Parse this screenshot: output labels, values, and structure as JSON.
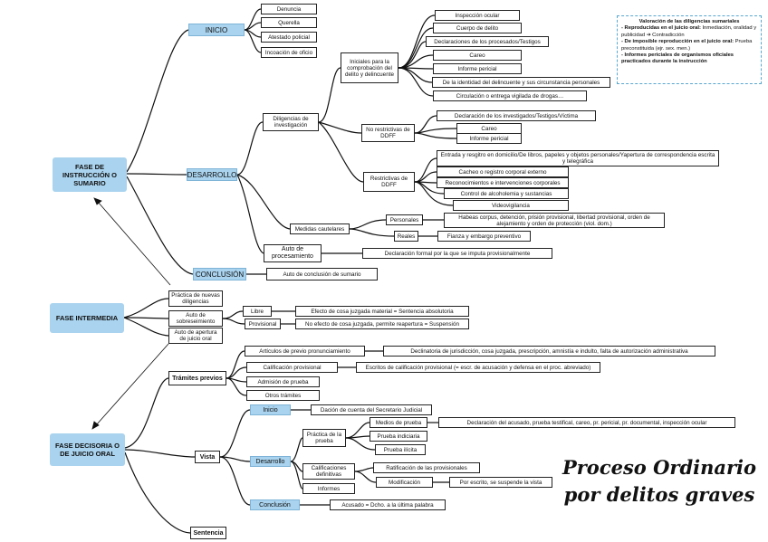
{
  "phases": {
    "instruccion": "FASE DE INSTRUCCIÓN O SUMARIO",
    "intermedia": "FASE INTERMEDIA",
    "decisoria": "FASE DECISORIA O DE JUICIO ORAL"
  },
  "instruccion": {
    "inicio": "INICIO",
    "inicio_items": [
      "Denuncia",
      "Querella",
      "Atestado policial",
      "Incoación de oficio"
    ],
    "desarrollo": "DESARROLLO",
    "diligencias": "Diligencias de investigación",
    "iniciales": "Iniciales para la comprobación del delito y delincuente",
    "iniciales_items": [
      "Inspección ocular",
      "Cuerpo de delito",
      "Declaraciones de los procesados/Testigos",
      "Careo",
      "Informe pericial",
      "De la identidad del delincuente y sus circunstancia personales",
      "Circulación o entrega vigilada de drogas…"
    ],
    "no_restrictivas": "No restrictivas de DDFF",
    "no_restrictivas_items": [
      "Declaración de los investigados/Testigos/Víctima",
      "Careo",
      "Informe pericial"
    ],
    "restrictivas": "Restrictivas de DDFF",
    "restrictivas_items": [
      "Entrada y resgitro en domicilio/De libros, papeles y objetos personales/Yapertura de correspondencia escrita y telegráfica",
      "Cacheo o registro corporal externo",
      "Reconocimientos e intervenciones corporales",
      "Control de alcoholemia y sustancias",
      "Videovigilancia"
    ],
    "medidas": "Medidas cautelares",
    "personales": "Personales",
    "personales_desc": "Habeas corpus, detención, prisión provisional, libertad provisional, orden de alejamiento y orden de protección (viol. dom.)",
    "reales": "Reales",
    "reales_desc": "Fianza y embargo preventivo",
    "auto_proc": "Auto de procesamiento",
    "auto_proc_desc": "Declaración formal por la que se imputa provisionalmente",
    "conclusion": "CONCLUSIÓN",
    "conclusion_desc": "Auto de conclusión de sumario"
  },
  "intermedia": {
    "practica": "Práctica de nuevas diligencias",
    "sobreseimiento": "Auto de sobreseimiento",
    "libre": "Libre",
    "libre_desc": "Efecto de cosa juzgada material = Sentencia absolutoria",
    "provisional": "Provisional",
    "provisional_desc": "No efecto de cosa juzgada, permite reapertura = Suspensión",
    "apertura": "Auto de apertura de juicio oral"
  },
  "decisoria": {
    "tramites": "Trámites previos",
    "articulos": "Artículos de previo pronunciamiento",
    "articulos_desc": "Declinatoria de jurisdicción, cosa juzgada, prescripción, amnistía e indulto, falta de autorización administrativa",
    "calificacion": "Calificación provisional",
    "calificacion_desc": "Escritos de calificación provisional (= escr. de acusación y defensa en el proc. abreviado)",
    "admision": "Admisión de prueba",
    "otros": "Otros trámites",
    "vista": "Vista",
    "inicio": "Inicio",
    "inicio_desc": "Dación de cuenta del Secretario Judicial",
    "desarrollo": "Desarrollo",
    "practica_prueba": "Práctica de la prueba",
    "medios": "Medios de prueba",
    "medios_desc": "Declaración del acusado, prueba testifical, careo, pr. pericial, pr. documental, inspección ocular",
    "indiciaria": "Prueba indiciaria",
    "ilicita": "Prueba ilícita",
    "calif_def": "Calificaciones definitivas",
    "ratificacion": "Ratificación de las provisionales",
    "modificacion": "Modificación",
    "modificacion_desc": "Por escrito, se suspende la vista",
    "informes": "Informes",
    "conclusion": "Conclusión",
    "conclusion_desc": "Acusado = Dcho. a la última palabra",
    "sentencia": "Sentencia"
  },
  "note": {
    "title": "Valoración de las diligencias sumariales",
    "l1_bold": "- Reproducidas en el juicio oral:",
    "l1_rest": " Inmediación, oralidad y publicidad ➔ Contradicción",
    "l2_bold": "- De imposible reproducción en el juicio oral:",
    "l2_rest": " Prueba preconstituida (ejr. sex. men.)",
    "l3_bold": "- Informes periciales de organismos oficiales practicados durante la instrucción"
  },
  "title": {
    "line1": "Proceso Ordinario",
    "line2": "por delitos graves"
  }
}
